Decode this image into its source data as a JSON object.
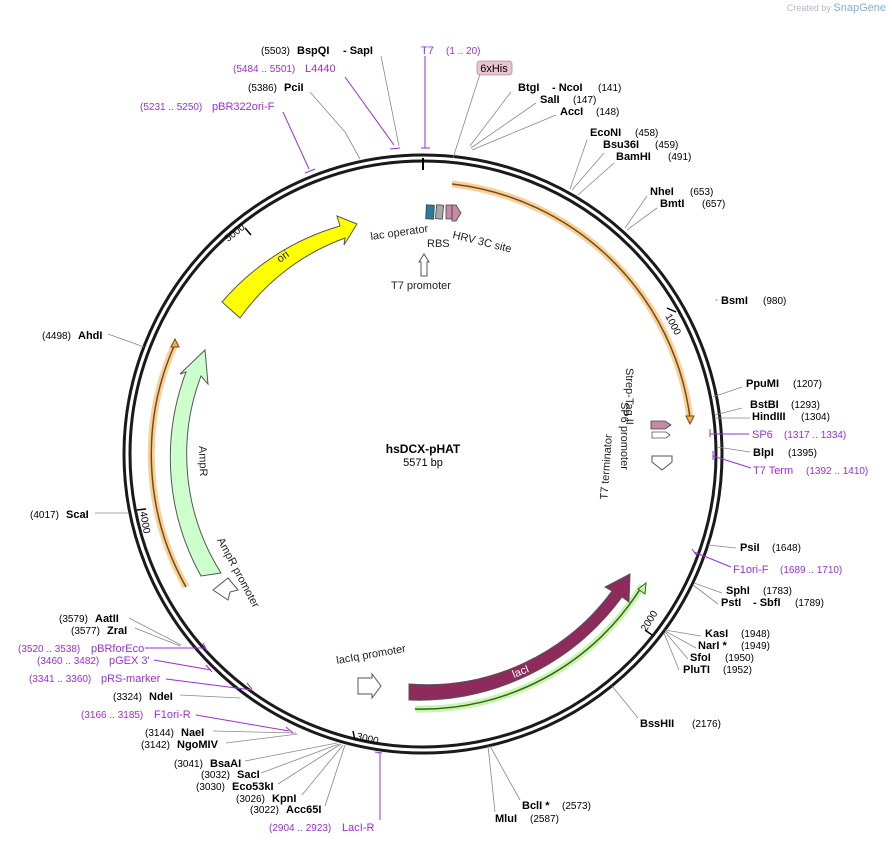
{
  "watermark": {
    "prefix": "Created by",
    "brand": "SnapGene"
  },
  "plasmid": {
    "name": "hsDCX-pHAT",
    "size": "5571 bp"
  },
  "ticks": [
    "1000",
    "2000",
    "3000",
    "4000",
    "5000"
  ],
  "enzymes": [
    {
      "id": "bspqi",
      "name": "BspQI",
      "pos": "(5503)",
      "sep": "- SapI"
    },
    {
      "id": "pcii",
      "name": "PciI",
      "pos": "(5386)"
    },
    {
      "id": "btgi",
      "name": "BtgI",
      "pos": "(141)",
      "sep": "- NcoI"
    },
    {
      "id": "sali",
      "name": "SalI",
      "pos": "(147)"
    },
    {
      "id": "acci",
      "name": "AccI",
      "pos": "(148)"
    },
    {
      "id": "econi",
      "name": "EcoNI",
      "pos": "(458)"
    },
    {
      "id": "bsu36i",
      "name": "Bsu36I",
      "pos": "(459)"
    },
    {
      "id": "bamhi",
      "name": "BamHI",
      "pos": "(491)"
    },
    {
      "id": "nhei",
      "name": "NheI",
      "pos": "(653)"
    },
    {
      "id": "bmti",
      "name": "BmtI",
      "pos": "(657)"
    },
    {
      "id": "bsmi",
      "name": "BsmI",
      "pos": "(980)"
    },
    {
      "id": "ppumi",
      "name": "PpuMI",
      "pos": "(1207)"
    },
    {
      "id": "bstbi",
      "name": "BstBI",
      "pos": "(1293)"
    },
    {
      "id": "hindiii",
      "name": "HindIII",
      "pos": "(1304)"
    },
    {
      "id": "blpi",
      "name": "BlpI",
      "pos": "(1395)"
    },
    {
      "id": "psii",
      "name": "PsiI",
      "pos": "(1648)"
    },
    {
      "id": "sphi",
      "name": "SphI",
      "pos": "(1783)"
    },
    {
      "id": "psti",
      "name": "PstI",
      "pos": "(1789)",
      "sep": "- SbfI"
    },
    {
      "id": "kasi",
      "name": "KasI",
      "pos": "(1948)"
    },
    {
      "id": "nari",
      "name": "NarI *",
      "pos": "(1949)"
    },
    {
      "id": "sfoi",
      "name": "SfoI",
      "pos": "(1950)"
    },
    {
      "id": "pluti",
      "name": "PluTI",
      "pos": "(1952)"
    },
    {
      "id": "bsshii",
      "name": "BssHII",
      "pos": "(2176)"
    },
    {
      "id": "bcli",
      "name": "BclI *",
      "pos": "(2573)"
    },
    {
      "id": "mlui",
      "name": "MluI",
      "pos": "(2587)"
    },
    {
      "id": "acc65i",
      "name": "Acc65I",
      "pos": "(3022)"
    },
    {
      "id": "kpni",
      "name": "KpnI",
      "pos": "(3026)"
    },
    {
      "id": "eco53ki",
      "name": "Eco53kI",
      "pos": "(3030)"
    },
    {
      "id": "saci",
      "name": "SacI",
      "pos": "(3032)"
    },
    {
      "id": "bsaai",
      "name": "BsaAI",
      "pos": "(3041)"
    },
    {
      "id": "ngomiv",
      "name": "NgoMIV",
      "pos": "(3142)"
    },
    {
      "id": "naei",
      "name": "NaeI",
      "pos": "(3144)"
    },
    {
      "id": "ndei",
      "name": "NdeI",
      "pos": "(3324)"
    },
    {
      "id": "zrai",
      "name": "ZraI",
      "pos": "(3577)"
    },
    {
      "id": "aatii",
      "name": "AatII",
      "pos": "(3579)"
    },
    {
      "id": "scai",
      "name": "ScaI",
      "pos": "(4017)"
    },
    {
      "id": "ahdi",
      "name": "AhdI",
      "pos": "(4498)"
    }
  ],
  "primers": [
    {
      "id": "t7",
      "name": "T7",
      "pos": "(1 .. 20)"
    },
    {
      "id": "l4440",
      "name": "L4440",
      "pos": "(5484 .. 5501)"
    },
    {
      "id": "pbr322",
      "name": "pBR322ori-F",
      "pos": "(5231 .. 5250)"
    },
    {
      "id": "sp6",
      "name": "SP6",
      "pos": "(1317 .. 1334)"
    },
    {
      "id": "t7term",
      "name": "T7 Term",
      "pos": "(1392 .. 1410)"
    },
    {
      "id": "f1orif",
      "name": "F1ori-F",
      "pos": "(1689 .. 1710)"
    },
    {
      "id": "laciR",
      "name": "LacI-R",
      "pos": "(2904 .. 2923)"
    },
    {
      "id": "f1orir",
      "name": "F1ori-R",
      "pos": "(3166 .. 3185)"
    },
    {
      "id": "prs",
      "name": "pRS-marker",
      "pos": "(3341 .. 3360)"
    },
    {
      "id": "pgex",
      "name": "pGEX 3'",
      "pos": "(3460 .. 3482)"
    },
    {
      "id": "pbrfor",
      "name": "pBRforEco",
      "pos": "(3520 .. 3538)"
    }
  ],
  "features": {
    "his": "6xHis",
    "lac_operator": "lac operator",
    "rbs": "RBS",
    "hrv": "HRV 3C site",
    "t7_promoter": "T7 promoter",
    "ori": "ori",
    "ampr": "AmpR",
    "ampr_promoter": "AmpR promoter",
    "strep": "Strep-Tag II",
    "sp6_promoter": "SP6 promoter",
    "t7_terminator": "T7 terminator",
    "laciq": "lacIq promoter",
    "laci": "lacI"
  },
  "colors": {
    "backbone": "#1a1a1a",
    "primer": "#9a2fd0",
    "ori": "#ffff00",
    "ampr": "#ccffcc",
    "laci": "#8e2a5c",
    "orf": "#f2b050",
    "his_tag": "#e8c4d0"
  }
}
